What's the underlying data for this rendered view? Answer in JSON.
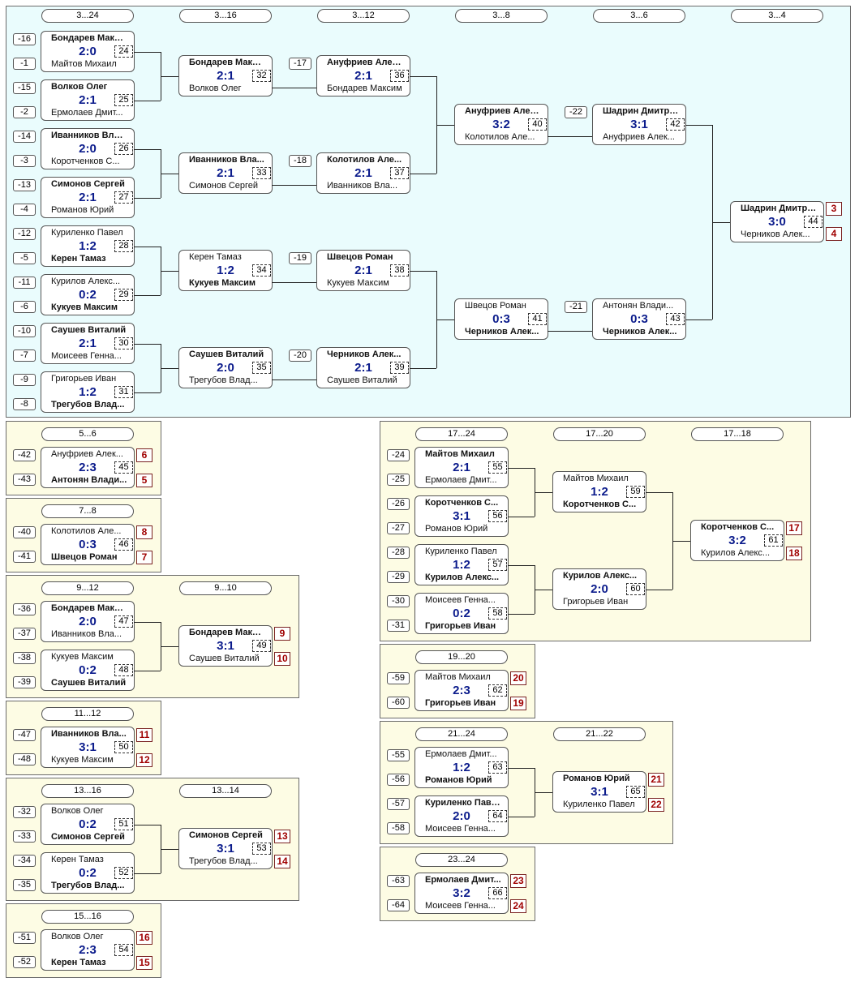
{
  "main": {
    "headers": [
      "3...24",
      "3...16",
      "3...12",
      "3...8",
      "3...6",
      "3...4"
    ],
    "seeds": [
      "-16",
      "-1",
      "-15",
      "-2",
      "-14",
      "-3",
      "-13",
      "-4",
      "-12",
      "-5",
      "-11",
      "-6",
      "-10",
      "-7",
      "-9",
      "-8",
      "-17",
      "-18",
      "-19",
      "-20",
      "-22",
      "-21"
    ],
    "matches": [
      {
        "p1": "Бондарев Максим",
        "p2": "Майтов Михаил",
        "score": "2:0",
        "num": "24",
        "win": 1
      },
      {
        "p1": "Волков Олег",
        "p2": "Ермолаев Дмит...",
        "score": "2:1",
        "num": "25",
        "win": 1
      },
      {
        "p1": "Иванников Влад...",
        "p2": "Коротченков С...",
        "score": "2:0",
        "num": "26",
        "win": 1
      },
      {
        "p1": "Симонов Сергей",
        "p2": "Романов Юрий",
        "score": "2:1",
        "num": "27",
        "win": 1
      },
      {
        "p1": "Куриленко Павел",
        "p2": "Керен Тамаз",
        "score": "1:2",
        "num": "28",
        "win": 2
      },
      {
        "p1": "Курилов Алекс...",
        "p2": "Кукуев Максим",
        "score": "0:2",
        "num": "29",
        "win": 2
      },
      {
        "p1": "Саушев Виталий",
        "p2": "Моисеев Генна...",
        "score": "2:1",
        "num": "30",
        "win": 1
      },
      {
        "p1": "Григорьев Иван",
        "p2": "Трегубов Влад...",
        "score": "1:2",
        "num": "31",
        "win": 2
      },
      {
        "p1": "Бондарев Максим",
        "p2": "Волков Олег",
        "score": "2:1",
        "num": "32",
        "win": 1
      },
      {
        "p1": "Иванников Вла...",
        "p2": "Симонов Сергей",
        "score": "2:1",
        "num": "33",
        "win": 1
      },
      {
        "p1": "Керен Тамаз",
        "p2": "Кукуев Максим",
        "score": "1:2",
        "num": "34",
        "win": 2
      },
      {
        "p1": "Саушев Виталий",
        "p2": "Трегубов Влад...",
        "score": "2:0",
        "num": "35",
        "win": 1
      },
      {
        "p1": "Ануфриев Алек...",
        "p2": "Бондарев Максим",
        "score": "2:1",
        "num": "36",
        "win": 1
      },
      {
        "p1": "Колотилов Але...",
        "p2": "Иванников Вла...",
        "score": "2:1",
        "num": "37",
        "win": 1
      },
      {
        "p1": "Швецов Роман",
        "p2": "Кукуев Максим",
        "score": "2:1",
        "num": "38",
        "win": 1
      },
      {
        "p1": "Черников Алек...",
        "p2": "Саушев Виталий",
        "score": "2:1",
        "num": "39",
        "win": 1
      },
      {
        "p1": "Ануфриев Алек...",
        "p2": "Колотилов Але...",
        "score": "3:2",
        "num": "40",
        "win": 1
      },
      {
        "p1": "Швецов Роман",
        "p2": "Черников Алек...",
        "score": "0:3",
        "num": "41",
        "win": 2
      },
      {
        "p1": "Шадрин Дмитрий",
        "p2": "Ануфриев Алек...",
        "score": "3:1",
        "num": "42",
        "win": 1
      },
      {
        "p1": "Антонян Влади...",
        "p2": "Черников Алек...",
        "score": "0:3",
        "num": "43",
        "win": 2
      },
      {
        "p1": "Шадрин Дмитрий",
        "p2": "Черников Алек...",
        "score": "3:0",
        "num": "44",
        "win": 1
      }
    ],
    "places": [
      "3",
      "4"
    ]
  },
  "p56": {
    "header": "5...6",
    "seeds": [
      "-42",
      "-43"
    ],
    "match": {
      "p1": "Ануфриев Алек...",
      "p2": "Антонян Влади...",
      "score": "2:3",
      "num": "45",
      "win": 2
    },
    "places": [
      "6",
      "5"
    ]
  },
  "p78": {
    "header": "7...8",
    "seeds": [
      "-40",
      "-41"
    ],
    "match": {
      "p1": "Колотилов Але...",
      "p2": "Швецов Роман",
      "score": "0:3",
      "num": "46",
      "win": 2
    },
    "places": [
      "8",
      "7"
    ]
  },
  "p912": {
    "headers": [
      "9...12",
      "9...10"
    ],
    "seeds": [
      "-36",
      "-37",
      "-38",
      "-39"
    ],
    "matches": [
      {
        "p1": "Бондарев Максим",
        "p2": "Иванников Вла...",
        "score": "2:0",
        "num": "47",
        "win": 1
      },
      {
        "p1": "Кукуев Максим",
        "p2": "Саушев Виталий",
        "score": "0:2",
        "num": "48",
        "win": 2
      },
      {
        "p1": "Бондарев Максим",
        "p2": "Саушев Виталий",
        "score": "3:1",
        "num": "49",
        "win": 1
      }
    ],
    "places": [
      "9",
      "10"
    ]
  },
  "p1112": {
    "header": "11...12",
    "seeds": [
      "-47",
      "-48"
    ],
    "match": {
      "p1": "Иванников Вла...",
      "p2": "Кукуев Максим",
      "score": "3:1",
      "num": "50",
      "win": 1
    },
    "places": [
      "11",
      "12"
    ]
  },
  "p1316": {
    "headers": [
      "13...16",
      "13...14"
    ],
    "seeds": [
      "-32",
      "-33",
      "-34",
      "-35"
    ],
    "matches": [
      {
        "p1": "Волков Олег",
        "p2": "Симонов Сергей",
        "score": "0:2",
        "num": "51",
        "win": 2
      },
      {
        "p1": "Керен Тамаз",
        "p2": "Трегубов Влад...",
        "score": "0:2",
        "num": "52",
        "win": 2
      },
      {
        "p1": "Симонов Сергей",
        "p2": "Трегубов Влад...",
        "score": "3:1",
        "num": "53",
        "win": 1
      }
    ],
    "places": [
      "13",
      "14"
    ]
  },
  "p1516": {
    "header": "15...16",
    "seeds": [
      "-51",
      "-52"
    ],
    "match": {
      "p1": "Волков Олег",
      "p2": "Керен Тамаз",
      "score": "2:3",
      "num": "54",
      "win": 2
    },
    "places": [
      "16",
      "15"
    ]
  },
  "p1724": {
    "headers": [
      "17...24",
      "17...20",
      "17...18"
    ],
    "seeds": [
      "-24",
      "-25",
      "-26",
      "-27",
      "-28",
      "-29",
      "-30",
      "-31"
    ],
    "matches": [
      {
        "p1": "Майтов Михаил",
        "p2": "Ермолаев Дмит...",
        "score": "2:1",
        "num": "55",
        "win": 1
      },
      {
        "p1": "Коротченков С...",
        "p2": "Романов Юрий",
        "score": "3:1",
        "num": "56",
        "win": 1
      },
      {
        "p1": "Куриленко Павел",
        "p2": "Курилов Алекс...",
        "score": "1:2",
        "num": "57",
        "win": 2
      },
      {
        "p1": "Моисеев Генна...",
        "p2": "Григорьев Иван",
        "score": "0:2",
        "num": "58",
        "win": 2
      },
      {
        "p1": "Майтов Михаил",
        "p2": "Коротченков С...",
        "score": "1:2",
        "num": "59",
        "win": 2
      },
      {
        "p1": "Курилов Алекс...",
        "p2": "Григорьев Иван",
        "score": "2:0",
        "num": "60",
        "win": 1
      },
      {
        "p1": "Коротченков С...",
        "p2": "Курилов Алекс...",
        "score": "3:2",
        "num": "61",
        "win": 1
      }
    ],
    "places": [
      "17",
      "18"
    ]
  },
  "p1920": {
    "header": "19...20",
    "seeds": [
      "-59",
      "-60"
    ],
    "match": {
      "p1": "Майтов Михаил",
      "p2": "Григорьев Иван",
      "score": "2:3",
      "num": "62",
      "win": 2
    },
    "places": [
      "20",
      "19"
    ]
  },
  "p2124": {
    "headers": [
      "21...24",
      "21...22"
    ],
    "seeds": [
      "-55",
      "-56",
      "-57",
      "-58"
    ],
    "matches": [
      {
        "p1": "Ермолаев Дмит...",
        "p2": "Романов Юрий",
        "score": "1:2",
        "num": "63",
        "win": 2
      },
      {
        "p1": "Куриленко Павел",
        "p2": "Моисеев Генна...",
        "score": "2:0",
        "num": "64",
        "win": 1
      },
      {
        "p1": "Романов Юрий",
        "p2": "Куриленко Павел",
        "score": "3:1",
        "num": "65",
        "win": 1
      }
    ],
    "places": [
      "21",
      "22"
    ]
  },
  "p2324": {
    "header": "23...24",
    "seeds": [
      "-63",
      "-64"
    ],
    "match": {
      "p1": "Ермолаев Дмит...",
      "p2": "Моисеев Генна...",
      "score": "3:2",
      "num": "66",
      "win": 1
    },
    "places": [
      "23",
      "24"
    ]
  }
}
